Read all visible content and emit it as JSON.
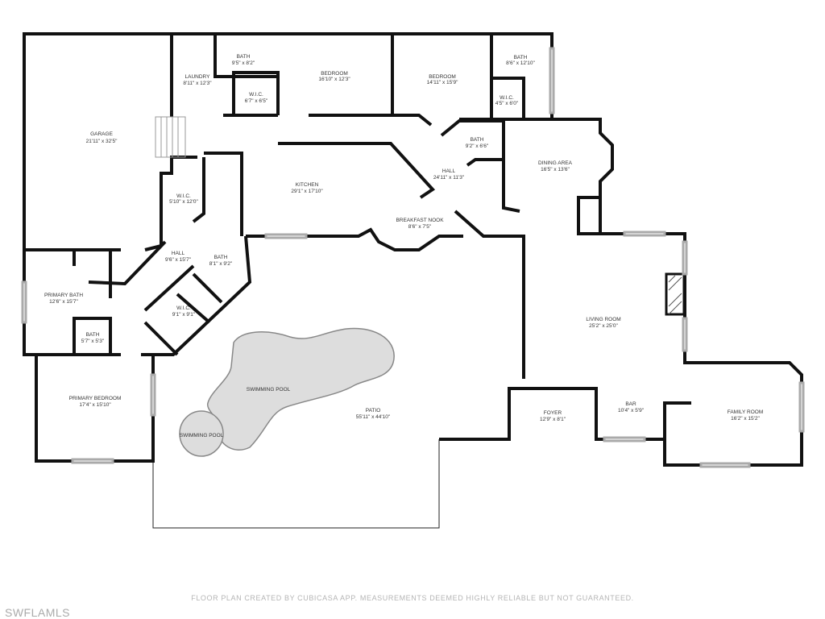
{
  "rooms": [
    {
      "name": "GARAGE",
      "size": "21'11\" x 32'5\""
    },
    {
      "name": "LAUNDRY",
      "size": "8'11\" x 12'3\""
    },
    {
      "name": "BATH",
      "size": "9'5\" x 8'2\""
    },
    {
      "name": "W.I.C.",
      "size": "6'7\" x 6'5\""
    },
    {
      "name": "BEDROOM",
      "size": "16'10\" x 12'3\""
    },
    {
      "name": "BEDROOM",
      "size": "14'11\" x 15'9\""
    },
    {
      "name": "BATH",
      "size": "8'6\" x 12'10\""
    },
    {
      "name": "W.I.C.",
      "size": "4'5\" x 6'0\""
    },
    {
      "name": "BATH",
      "size": "9'2\" x 6'6\""
    },
    {
      "name": "DINING AREA",
      "size": "16'5\" x 13'6\""
    },
    {
      "name": "HALL",
      "size": "24'11\" x 11'3\""
    },
    {
      "name": "KITCHEN",
      "size": "29'1\" x 17'10\""
    },
    {
      "name": "BREAKFAST NOOK",
      "size": "8'6\" x 7'5\""
    },
    {
      "name": "W.I.C.",
      "size": "5'10\" x 12'0\""
    },
    {
      "name": "HALL",
      "size": "9'6\" x 15'7\""
    },
    {
      "name": "BATH",
      "size": "8'1\" x 9'2\""
    },
    {
      "name": "PRIMARY BATH",
      "size": "12'6\" x 15'7\""
    },
    {
      "name": "W.I.C.",
      "size": "9'1\" x 9'1\""
    },
    {
      "name": "BATH",
      "size": "5'7\" x 5'3\""
    },
    {
      "name": "LIVING ROOM",
      "size": "25'2\" x 25'0\""
    },
    {
      "name": "PRIMARY BEDROOM",
      "size": "17'4\" x 15'10\""
    },
    {
      "name": "SWIMMING POOL",
      "size": ""
    },
    {
      "name": "PATIO",
      "size": "55'11\" x 44'10\""
    },
    {
      "name": "FOYER",
      "size": "12'9\" x 8'1\""
    },
    {
      "name": "BAR",
      "size": "10'4\" x 5'9\""
    },
    {
      "name": "FAMILY ROOM",
      "size": "16'2\" x 15'2\""
    },
    {
      "name": "SWIMMING POOL",
      "size": ""
    }
  ],
  "footer": "FLOOR PLAN CREATED BY CUBICASA APP. MEASUREMENTS DEEMED HIGHLY RELIABLE BUT NOT GUARANTEED.",
  "watermark": "SWFLAMLS"
}
